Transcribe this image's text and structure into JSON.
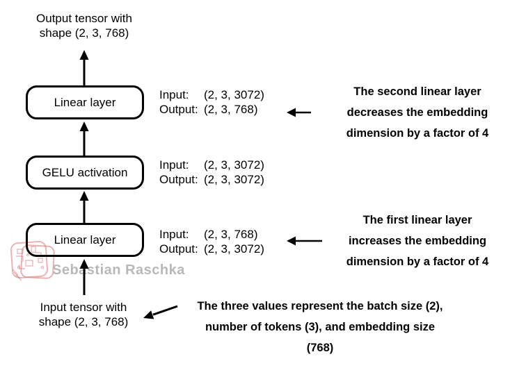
{
  "labels": {
    "output_tensor": {
      "line1": "Output tensor with",
      "line2": "shape (2, 3, 768)"
    },
    "input_tensor": {
      "line1": "Input tensor with",
      "line2": "shape (2, 3, 768)"
    }
  },
  "boxes": [
    {
      "label": "Linear layer"
    },
    {
      "label": "GELU activation"
    },
    {
      "label": "Linear layer"
    }
  ],
  "io_blocks": [
    {
      "input_label": "Input:",
      "input_value": "(2, 3, 3072)",
      "output_label": "Output:",
      "output_value": "(2, 3, 768)"
    },
    {
      "input_label": "Input:",
      "input_value": "(2, 3, 3072)",
      "output_label": "Output:",
      "output_value": "(2, 3, 3072)"
    },
    {
      "input_label": "Input:",
      "input_value": "(2, 3, 768)",
      "output_label": "Output:",
      "output_value": "(2, 3, 3072)"
    }
  ],
  "annotations": [
    {
      "lines": [
        "The second linear layer",
        "decreases the embedding",
        "dimension by a factor of 4"
      ]
    },
    {
      "lines": [
        "The first linear layer",
        "increases the embedding",
        "dimension by a factor of 4"
      ]
    },
    {
      "lines": [
        "The three values represent the batch size (2),",
        "number of tokens (3), and embedding size",
        "(768)"
      ]
    }
  ],
  "watermark": {
    "text": "Sebastian Raschka"
  },
  "colors": {
    "line": "#000000",
    "background": "#ffffff",
    "watermark_logo": "#d97373",
    "watermark_text": "#b8b8b8"
  }
}
